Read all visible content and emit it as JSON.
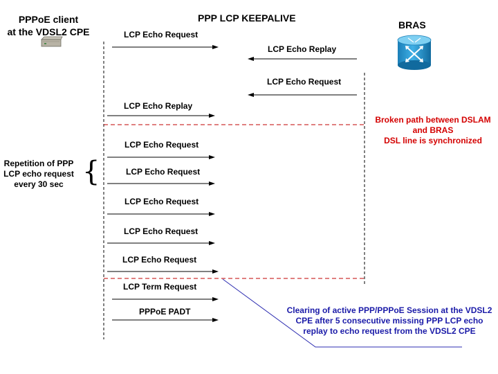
{
  "diagram": {
    "title": "PPP LCP KEEPALIVE",
    "client_label": [
      "PPPoE client",
      "at the VDSL2 CPE"
    ],
    "server_label": "BRAS",
    "messages": [
      {
        "text": "LCP Echo Request",
        "direction": "right"
      },
      {
        "text": "LCP Echo Replay",
        "direction": "left"
      },
      {
        "text": "LCP Echo Request",
        "direction": "left"
      },
      {
        "text": "LCP Echo Replay",
        "direction": "right"
      },
      {
        "text": "LCP Echo Request",
        "direction": "right"
      },
      {
        "text": "LCP Echo Request",
        "direction": "right"
      },
      {
        "text": "LCP Echo Request",
        "direction": "right"
      },
      {
        "text": "LCP Echo Request",
        "direction": "right"
      },
      {
        "text": "LCP Echo Request",
        "direction": "right"
      },
      {
        "text": "LCP Term Request",
        "direction": "right"
      },
      {
        "text": "PPPoE PADT",
        "direction": "right"
      }
    ],
    "broken_path_note": [
      "Broken path between DSLAM",
      "and BRAS",
      "DSL line is synchronized"
    ],
    "repetition_note": [
      "Repetition of PPP",
      "LCP echo request",
      "every 30 sec"
    ],
    "clearing_note": [
      "Clearing of active PPP/PPPoE Session at the VDSL2",
      "CPE after 5 consecutive missing PPP LCP echo",
      "replay to echo request from the VDSL2 CPE"
    ],
    "colors": {
      "note_red": "#d40000",
      "note_blue": "#1a1aa8",
      "divider": "#c00000",
      "leader_line": "#2b2bb0"
    }
  }
}
